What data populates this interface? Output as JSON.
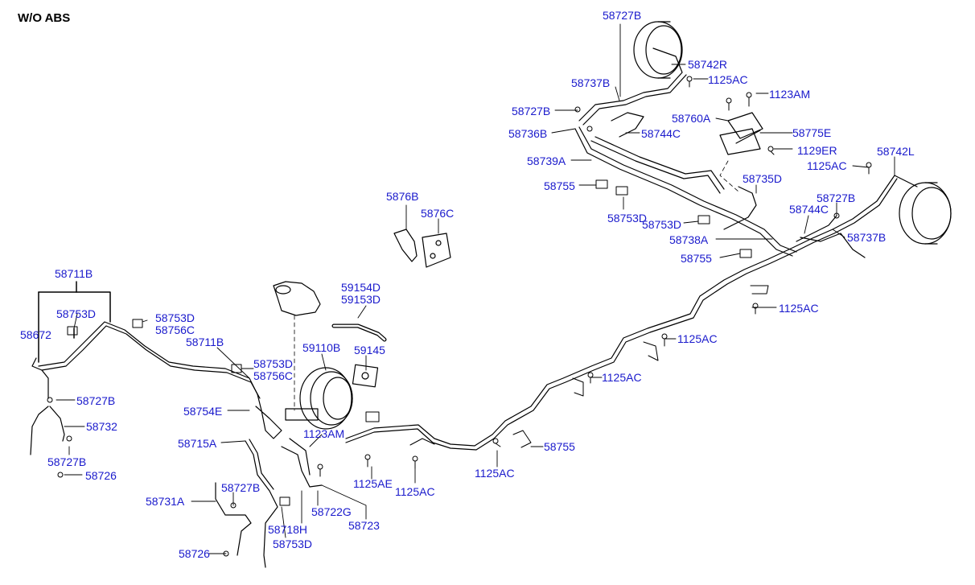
{
  "diagram": {
    "title": "W/O ABS",
    "colors": {
      "label": "#1a1acc",
      "line": "#000000",
      "background": "#ffffff"
    },
    "part_labels": [
      "58727B",
      "58742R",
      "1125AC",
      "58737B",
      "1123AM",
      "58727B",
      "58760A",
      "58736B",
      "58744C",
      "58775E",
      "58739A",
      "1129ER",
      "58742L",
      "1125AC",
      "58735D",
      "58755",
      "58753D",
      "58727B",
      "58744C",
      "58753D",
      "5876B",
      "5876C",
      "58738A",
      "58737B",
      "58755",
      "58711B",
      "59154D",
      "59153D",
      "58753D",
      "58753D",
      "58756C",
      "58672",
      "1125AC",
      "58711B",
      "59110B",
      "59145",
      "1125AC",
      "58753D",
      "58756C",
      "1125AC",
      "58727B",
      "58754E",
      "58732",
      "1123AM",
      "58715A",
      "58755",
      "58727B",
      "1125AE",
      "1125AC",
      "1125AC",
      "58726",
      "58727B",
      "58731A",
      "58722G",
      "58723",
      "58718H",
      "58726",
      "58753D"
    ]
  }
}
